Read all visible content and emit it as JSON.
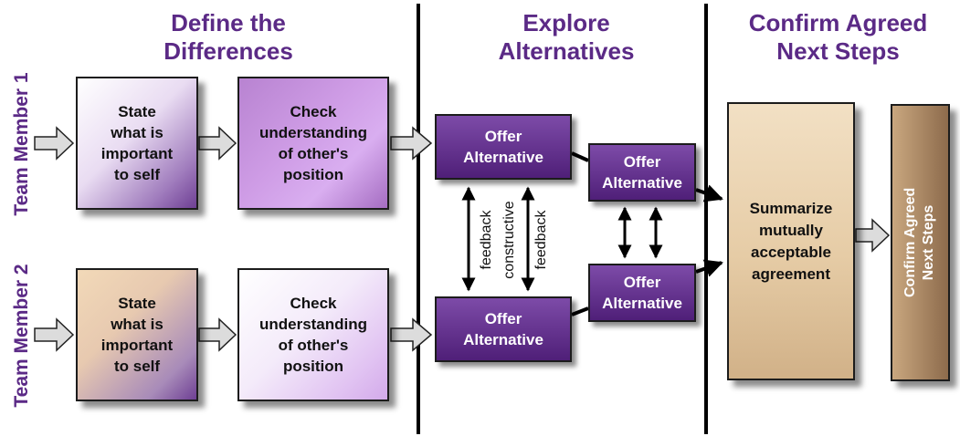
{
  "headers": {
    "define": [
      "Define the",
      "Differences"
    ],
    "explore": [
      "Explore",
      "Alternatives"
    ],
    "confirm": [
      "Confirm Agreed",
      "Next Steps"
    ]
  },
  "rows": {
    "member1": "Team Member 1",
    "member2": "Team Member 2"
  },
  "boxes": {
    "state": [
      "State",
      "what is",
      "important",
      "to self"
    ],
    "check": [
      "Check",
      "understanding",
      "of other's",
      "position"
    ],
    "offer": [
      "Offer",
      "Alternative"
    ],
    "summarize": [
      "Summarize",
      "mutually",
      "acceptable",
      "agreement"
    ],
    "confirm": [
      "Confirm Agreed",
      "Next Steps"
    ]
  },
  "labels": {
    "feedback": "feedback",
    "constructive": "constructive"
  },
  "colors": {
    "heading": "#5b2a86",
    "offer_fill": "#5f2d8a",
    "summary_fill": "#e6cca6",
    "confirm_fill": "#a98462",
    "arrow_fill": "#e0e0e0"
  }
}
